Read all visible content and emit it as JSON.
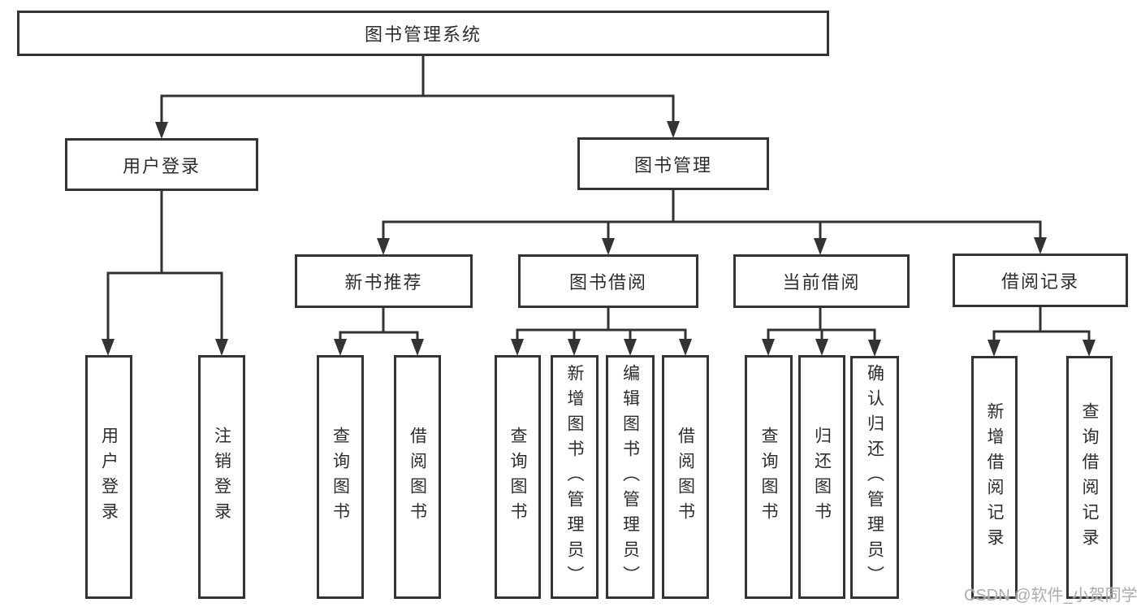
{
  "diagram": {
    "root": {
      "label": "图书管理系统"
    },
    "level1": [
      {
        "label": "用户登录"
      },
      {
        "label": "图书管理"
      }
    ],
    "level2": [
      {
        "label": "新书推荐"
      },
      {
        "label": "图书借阅"
      },
      {
        "label": "当前借阅"
      },
      {
        "label": "借阅记录"
      }
    ],
    "leaves": {
      "user_login": [
        {
          "label": "用户登录"
        },
        {
          "label": "注销登录"
        }
      ],
      "new_books": [
        {
          "label": "查询图书"
        },
        {
          "label": "借阅图书"
        }
      ],
      "book_borrow": [
        {
          "label": "查询图书"
        },
        {
          "label": "新增图书（管理员）"
        },
        {
          "label": "编辑图书（管理员）"
        },
        {
          "label": "借阅图书"
        }
      ],
      "current_borrow": [
        {
          "label": "查询图书"
        },
        {
          "label": "归还图书"
        },
        {
          "label": "确认归还（管理员）"
        }
      ],
      "borrow_records": [
        {
          "label": "新增借阅记录"
        },
        {
          "label": "查询借阅记录"
        }
      ]
    },
    "watermark": "CSDN @软件_小贺同学",
    "colors": {
      "line": "#333333",
      "box_border": "#333333",
      "text": "#2d2d2d",
      "watermark": "#a8a8a8",
      "background": "#ffffff"
    }
  }
}
